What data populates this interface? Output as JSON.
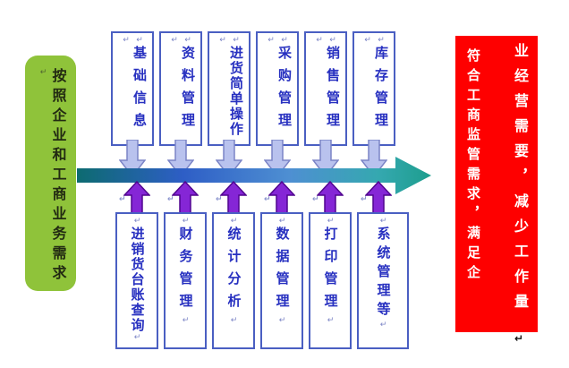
{
  "left_panel": {
    "text": "按照企业和工商业务需求"
  },
  "right_panel": {
    "line1": "符合工商监管需求，满足企",
    "line2": "业经营需要，减少工作量"
  },
  "top_modules": [
    {
      "label": "基础信息"
    },
    {
      "label": "资料管理"
    },
    {
      "label": "进货简单操作"
    },
    {
      "label": "采购管理"
    },
    {
      "label": "销售管理"
    },
    {
      "label": "库存管理"
    }
  ],
  "bottom_modules": [
    {
      "label": "进销货台账查询"
    },
    {
      "label": "财务管理"
    },
    {
      "label": "统计分析"
    },
    {
      "label": "数据管理"
    },
    {
      "label": "打印管理"
    },
    {
      "label": "系统管理等"
    }
  ],
  "marks": {
    "return_mark": "↵",
    "paragraph_mark": "↵"
  },
  "colors": {
    "left_panel_bg": "#8fc33a",
    "right_panel_bg": "#fe0000",
    "module_border": "#4a5fc2",
    "module_text": "#2730c0",
    "main_arrow_start": "#0d6b70",
    "main_arrow_mid": "#2e5ec6",
    "main_arrow_end": "#1d9e8e",
    "down_arrow_fill": "#b9c2ee",
    "down_arrow_stroke": "#7b84c6",
    "up_arrow_fill": "#8526d6",
    "up_arrow_stroke": "#50058f"
  }
}
